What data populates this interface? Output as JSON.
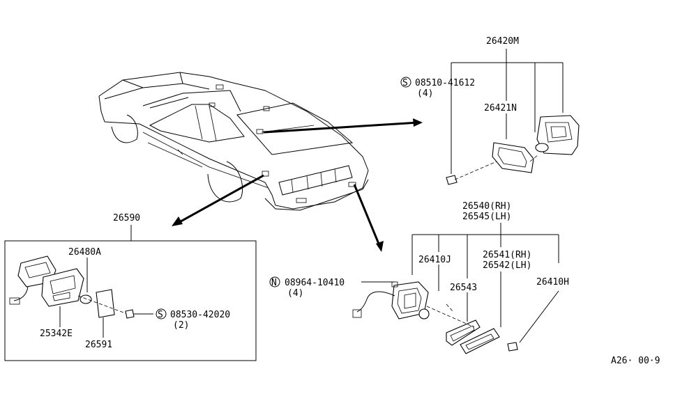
{
  "labels": {
    "p26420M": "26420M",
    "p08510_41612": "08510-41612",
    "p08510_qty": "(4)",
    "p26421N": "26421N",
    "p26590": "26590",
    "p26480A": "26480A",
    "p08530_42020": "08530-42020",
    "p08530_qty": "(2)",
    "p25342E": "25342E",
    "p26591": "26591",
    "p26540": "26540(RH)",
    "p26545": "26545(LH)",
    "p26410J": "26410J",
    "p26541": "26541(RH)",
    "p26542": "26542(LH)",
    "p08964_10410": "08964-10410",
    "p08964_qty": "(4)",
    "p26543": "26543",
    "p26410H": "26410H",
    "ref_code": "A26· 00·9"
  },
  "symbols": {
    "s_mark": "S",
    "n_mark": "N"
  }
}
